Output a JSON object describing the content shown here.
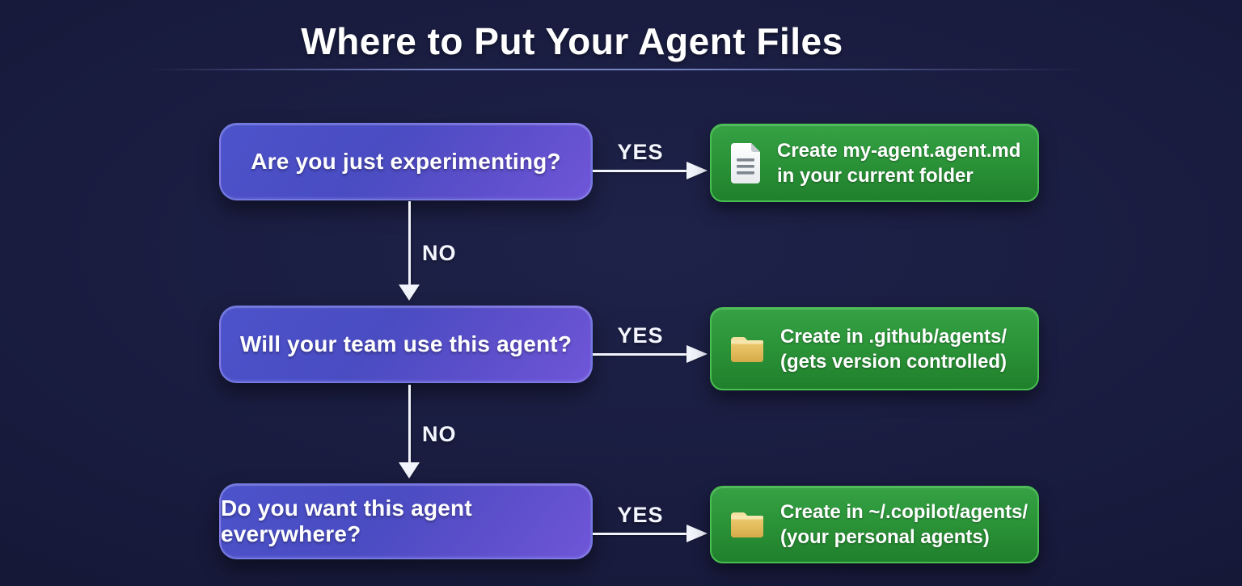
{
  "title": "Where to Put Your Agent Files",
  "flow": {
    "rows": [
      {
        "question": "Are you just experimenting?",
        "yes_label": "YES",
        "no_label": "NO",
        "result": {
          "icon": "document-icon",
          "line1": "Create my-agent.agent.md",
          "line2": "in your current folder"
        }
      },
      {
        "question": "Will your team use this agent?",
        "yes_label": "YES",
        "no_label": "NO",
        "result": {
          "icon": "folder-icon",
          "line1": "Create in .github/agents/",
          "line2": "(gets version controlled)"
        }
      },
      {
        "question": "Do you want this agent everywhere?",
        "yes_label": "YES",
        "result": {
          "icon": "folder-icon",
          "line1": "Create in ~/.copilot/agents/",
          "line2": "(your personal agents)"
        }
      }
    ]
  },
  "colors": {
    "background": "#181b3d",
    "question_box": "#5350cb",
    "result_box": "#2b9338",
    "result_border": "#49bf51",
    "arrow": "#f2f4fc",
    "folder_icon": "#e9c864",
    "document_icon": "#f4f6f8",
    "title_rule": "#8290d7",
    "text": "#ffffff"
  }
}
